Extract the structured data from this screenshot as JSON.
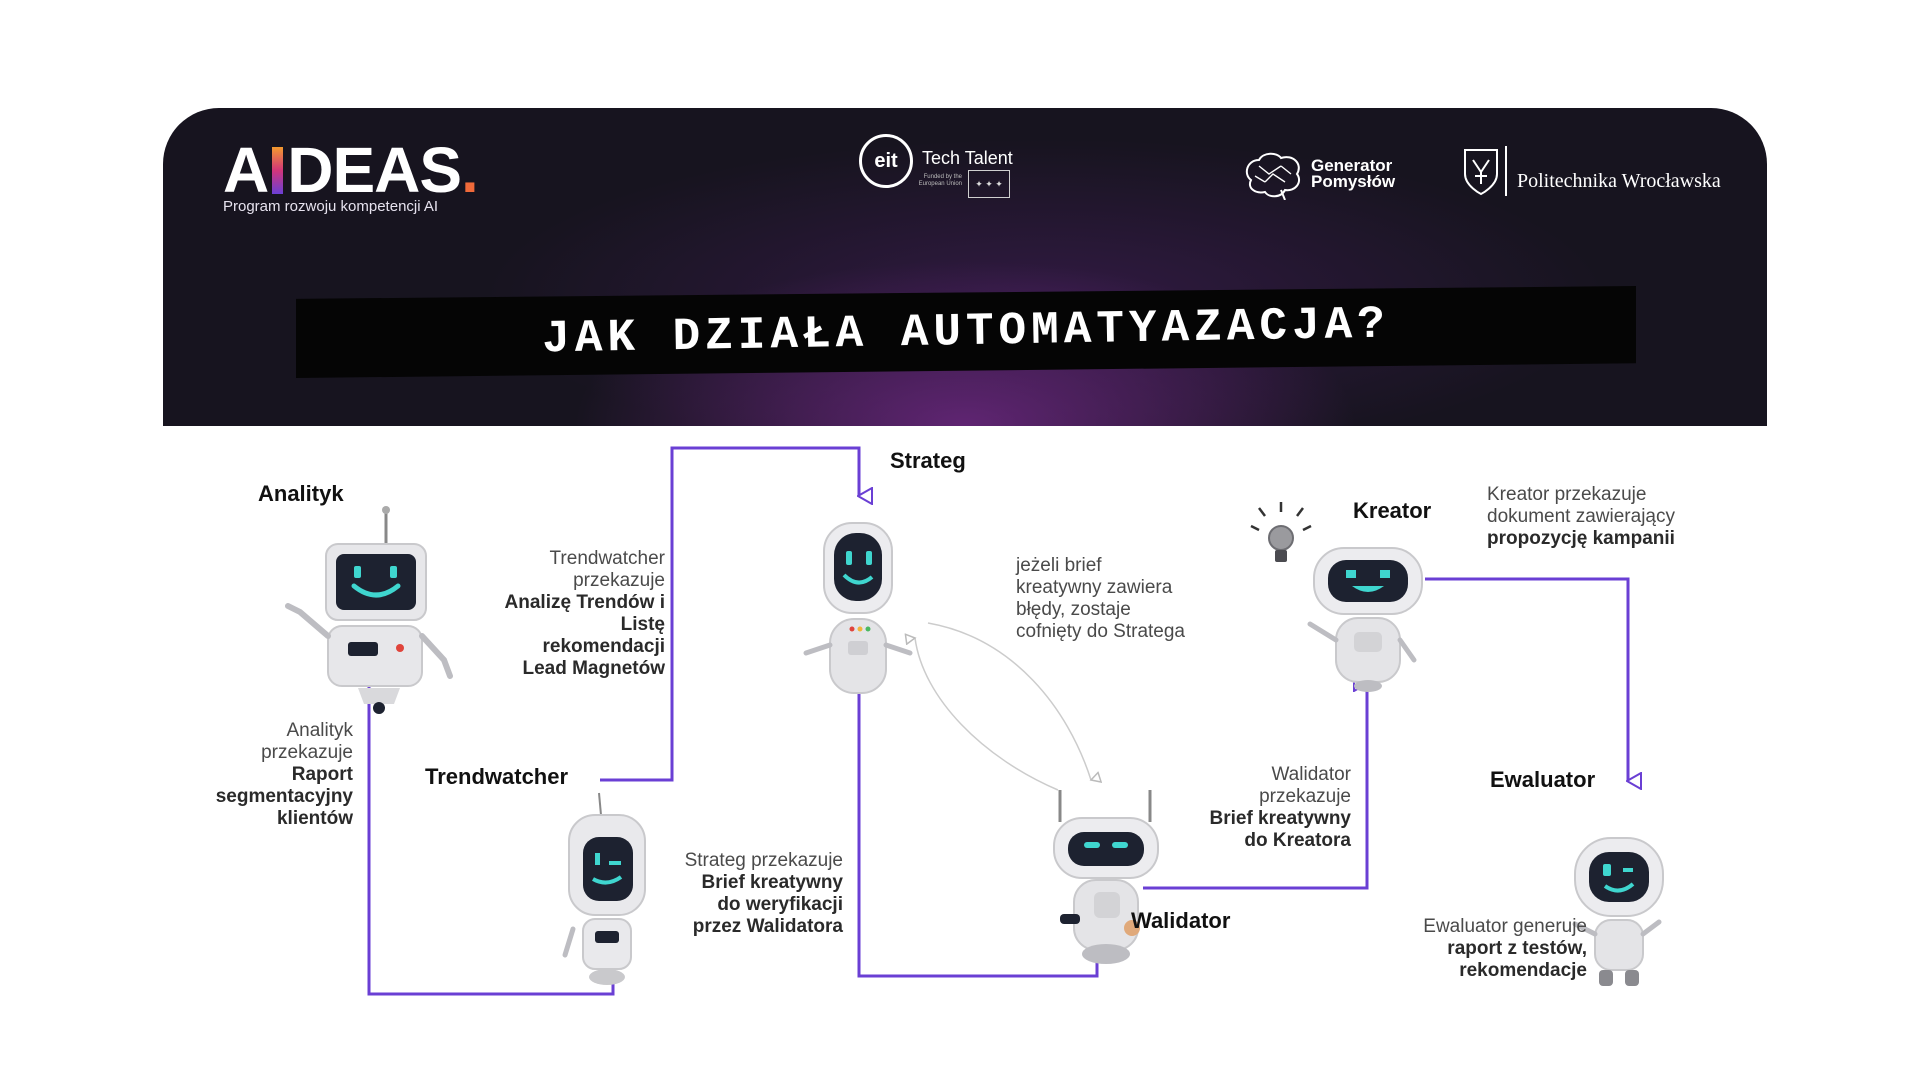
{
  "brand": {
    "logo": "AIDEAS",
    "logo_parts": [
      "A",
      "DEAS",
      "."
    ],
    "subtitle": "Program rozwoju kompetencji AI"
  },
  "partners": {
    "eit": {
      "mark": "eit",
      "name": "Tech Talent",
      "funded": "Funded by the European Union"
    },
    "generator": {
      "line1": "Generator",
      "line2": "Pomysłów"
    },
    "pwr": {
      "name": "Politechnika Wrocławska"
    }
  },
  "title": "JAK DZIAŁA AUTOMATYAZACJA?",
  "roles": {
    "analityk": "Analityk",
    "trendwatcher": "Trendwatcher",
    "strateg": "Strateg",
    "walidator": "Walidator",
    "kreator": "Kreator",
    "ewaluator": "Ewaluator"
  },
  "steps": {
    "analityk": {
      "normal": "Analityk przekazuje",
      "bold": "Raport segmentacyjny klientów"
    },
    "trendwatcher": {
      "normal": "Trendwatcher przekazuje",
      "bold": "Analizę Trendów i Listę rekomendacji Lead Magnetów"
    },
    "strateg": {
      "normal": "Strateg przekazuje",
      "bold": "Brief kreatywny do weryfikacji przez Walidatora"
    },
    "feedback": {
      "normal": "jeżeli brief kreatywny zawiera błędy, zostaje cofnięty do Stratega"
    },
    "walidator": {
      "normal": "Walidator przekazuje",
      "bold": "Brief kreatywny do Kreatora"
    },
    "kreator": {
      "normal": "Kreator przekazuje dokument zawierający",
      "bold": "propozycję kampanii"
    },
    "ewaluator": {
      "normal": "Ewaluator generuje",
      "bold": "raport z testów, rekomendacje"
    }
  },
  "colors": {
    "header_bg": "#17141f",
    "accent_glow": "#762a8c",
    "flow_line": "#6a3fd4",
    "feedback_line": "#c8c8c8",
    "robot_body": "#e9e9ec",
    "robot_face": "#1d2230",
    "robot_eyes": "#3fd6cf"
  },
  "icons": [
    "robot-icon",
    "lightbulb-icon",
    "eu-flag-icon",
    "brain-icon",
    "crest-icon"
  ]
}
